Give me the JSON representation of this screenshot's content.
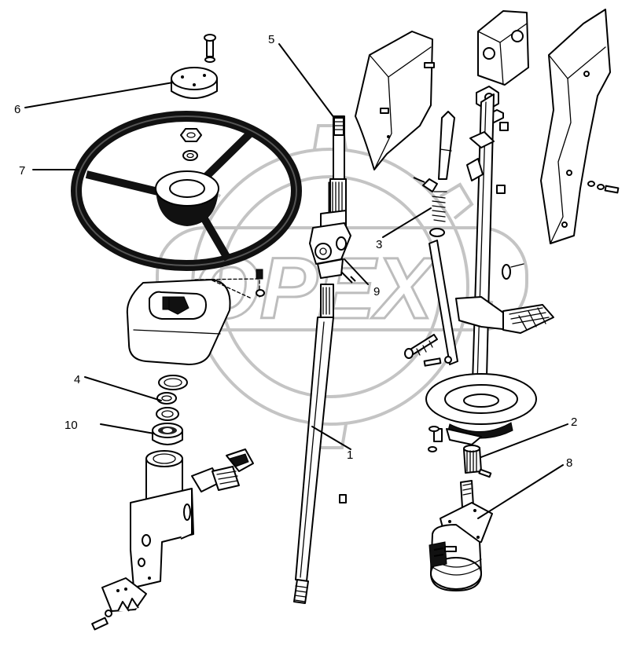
{
  "watermark": {
    "text": "OPEX",
    "color": "#bdbdbd"
  },
  "callouts": [
    "1",
    "2",
    "3",
    "4",
    "5",
    "6",
    "7",
    "8",
    "9",
    "10"
  ],
  "parts": [
    {
      "number": "1",
      "icon": "steering-shaft"
    },
    {
      "number": "2",
      "icon": "spline-coupling"
    },
    {
      "number": "3",
      "icon": "spring"
    },
    {
      "number": "4",
      "icon": "snap-ring"
    },
    {
      "number": "5",
      "icon": "upper-shaft"
    },
    {
      "number": "6",
      "icon": "horn-cap"
    },
    {
      "number": "7",
      "icon": "steering-wheel"
    },
    {
      "number": "8",
      "icon": "steering-pump"
    },
    {
      "number": "9",
      "icon": "universal-joint"
    },
    {
      "number": "10",
      "icon": "bearing"
    }
  ]
}
